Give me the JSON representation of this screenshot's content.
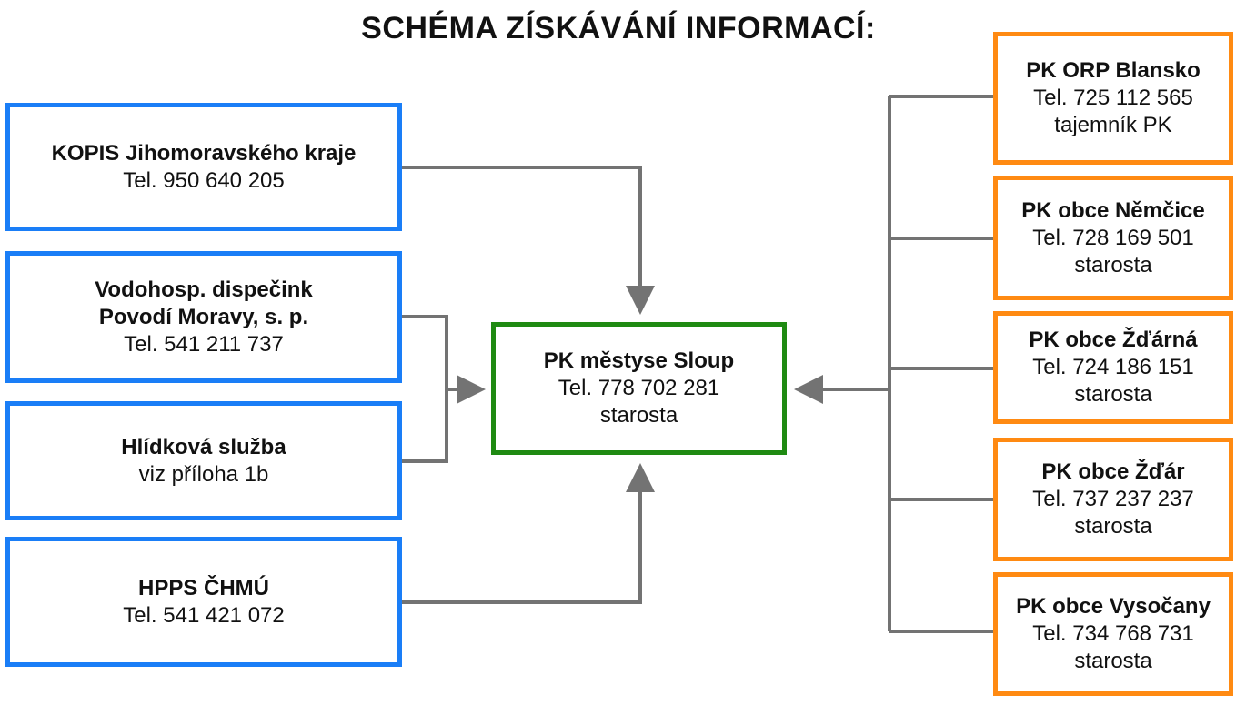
{
  "title": "SCHÉMA ZÍSKÁVÁNÍ INFORMACÍ:",
  "colors": {
    "left": "#1a7ef7",
    "center": "#1f8a12",
    "right": "#ff8a12",
    "connector": "#737373"
  },
  "left_sources": [
    {
      "name": "KOPIS Jihomoravského kraje",
      "detail": "Tel. 950 640 205"
    },
    {
      "name": "Vodohosp. dispečink",
      "name2": "Povodí Moravy, s. p.",
      "detail": "Tel. 541 211 737"
    },
    {
      "name": "Hlídková služba",
      "detail": "viz příloha 1b"
    },
    {
      "name": "HPPS ČHMÚ",
      "detail": "Tel. 541 421 072"
    }
  ],
  "center": {
    "name": "PK městyse Sloup",
    "tel": "Tel. 778 702 281",
    "role": "starosta"
  },
  "right_sources": [
    {
      "name": "PK ORP Blansko",
      "tel": "Tel. 725 112 565",
      "role": "tajemník PK"
    },
    {
      "name": "PK obce Němčice",
      "tel": "Tel. 728 169 501",
      "role": "starosta"
    },
    {
      "name": "PK obce Žďárná",
      "tel": "Tel. 724 186 151",
      "role": "starosta"
    },
    {
      "name": "PK obce Žďár",
      "tel": "Tel. 737 237 237",
      "role": "starosta"
    },
    {
      "name": "PK obce Vysočany",
      "tel": "Tel. 734 768 731",
      "role": "starosta"
    }
  ]
}
